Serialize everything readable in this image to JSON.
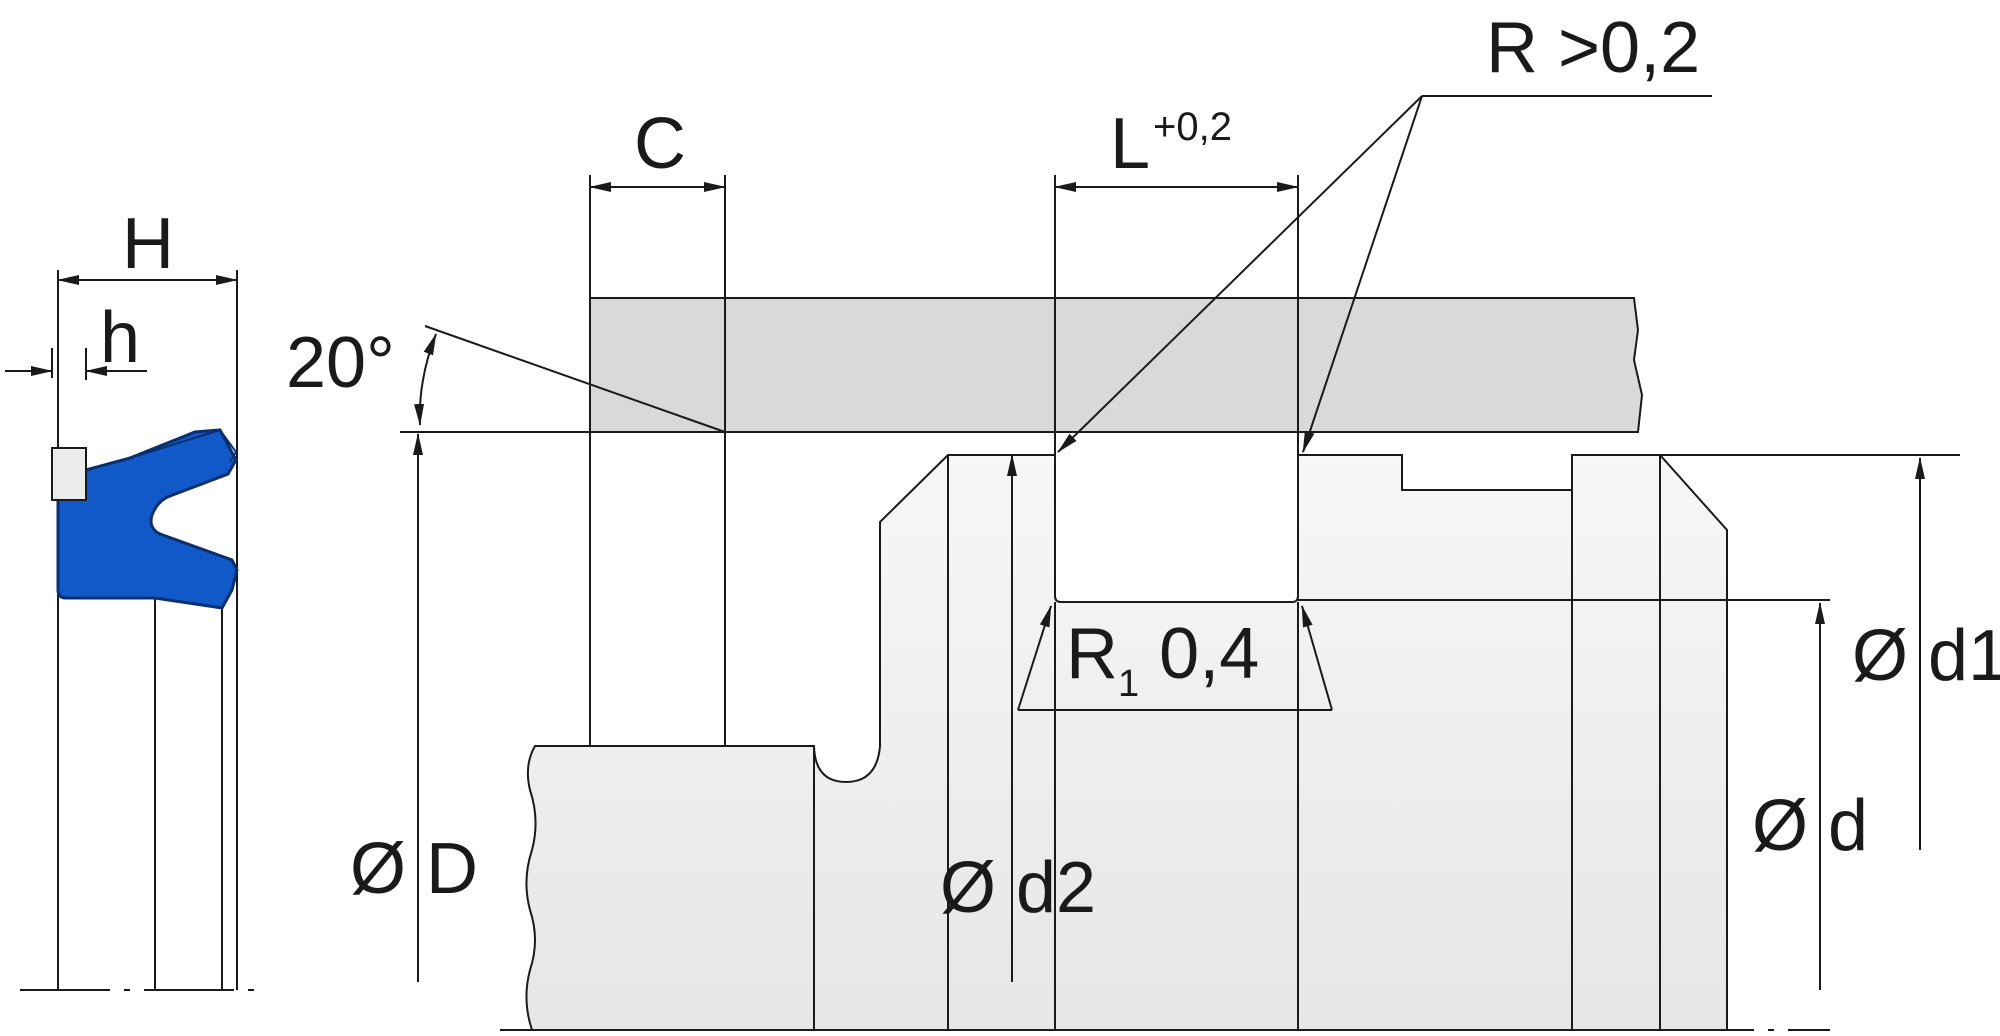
{
  "labels": {
    "H": "H",
    "h": "h",
    "C": "C",
    "L": "L",
    "L_tolerance": "+0,2",
    "R_gt": "R >0,2",
    "angle": "20°",
    "R1_letter": "R",
    "R1_subscript": "1",
    "R1_value": " 0,4",
    "dia_D": "Ø D",
    "dia_d2": "Ø d2",
    "dia_d": "Ø d",
    "dia_d1": "Ø d1"
  },
  "colors": {
    "seal": "#1158c8",
    "seal_edge": "#0a2f6e",
    "housing_fill": "#d9d9d9",
    "part_fill": "#f1f1f1",
    "line": "#1a1a1a"
  }
}
